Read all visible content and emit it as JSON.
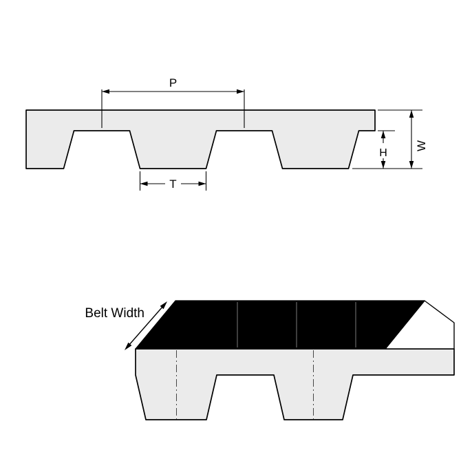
{
  "diagram": {
    "type": "timing-belt-dimension-diagram",
    "cross_section_view": {
      "labels": {
        "pitch": "P",
        "tooth_width": "T",
        "tooth_height": "H",
        "belt_thickness": "W"
      }
    },
    "iso_view": {
      "labels": {
        "belt_width": "Belt Width"
      }
    },
    "colors": {
      "background": "#ffffff",
      "belt_fill": "#ebebeb",
      "outline": "#000000",
      "top_face_fill": "#000000",
      "end_face_fill": "#ffffff",
      "centerline": "#444444",
      "top_face_line": "#7d7d7d"
    }
  }
}
